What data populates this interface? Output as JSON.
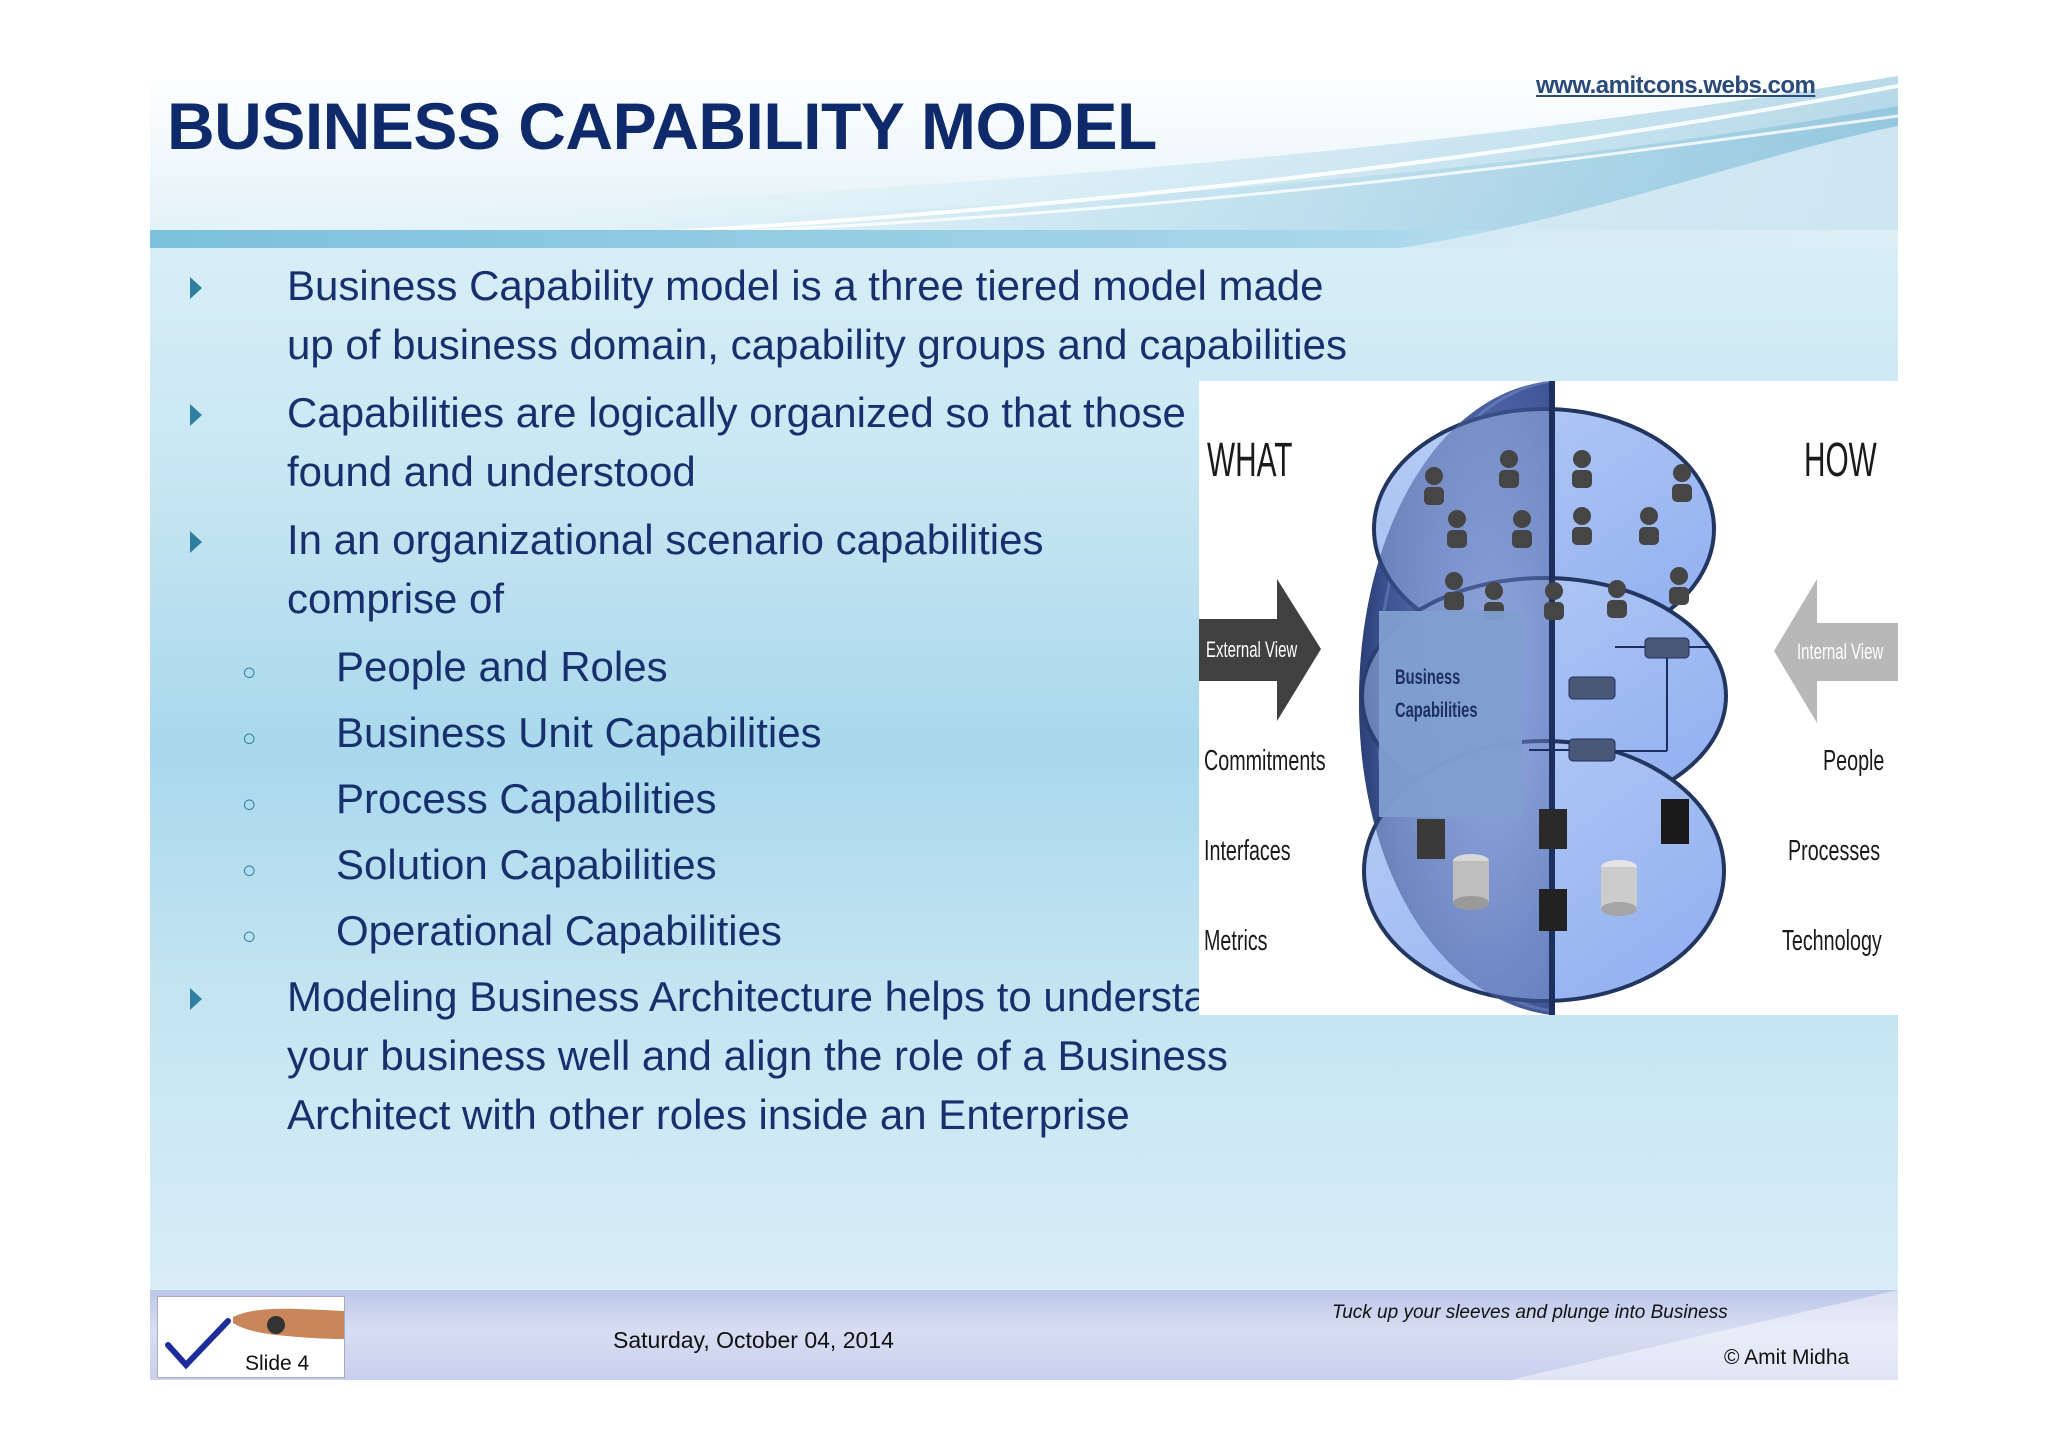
{
  "header": {
    "title": "BUSINESS CAPABILITY MODEL",
    "website": "www.amitcons.webs.com"
  },
  "content": {
    "bullets": [
      "Business Capability model is a three tiered model made up of business domain, capability groups and capabilities",
      "Capabilities are logically organized so that those can be found and understood",
      "In an organizational scenario capabilities comprise of"
    ],
    "sub_bullets": [
      "People and Roles",
      "Business Unit Capabilities",
      "Process Capabilities",
      "Solution Capabilities",
      "Operational Capabilities"
    ],
    "final_bullet": "Modeling Business Architecture helps to understand your business well and align the role of a Business Architect with other roles inside an Enterprise"
  },
  "figure": {
    "what": "WHAT",
    "how": "HOW",
    "external_view": "External View",
    "internal_view": "Internal View",
    "center_line1": "Business",
    "center_line2": "Capabilities",
    "left_items": [
      "Commitments",
      "Interfaces",
      "Metrics"
    ],
    "right_items": [
      "People",
      "Processes",
      "Technology"
    ]
  },
  "footer": {
    "slide_number": "Slide 4",
    "date": "Saturday, October 04, 2014",
    "tagline": "Tuck up your sleeves and plunge into Business",
    "copyright": "© Amit Midha"
  },
  "colors": {
    "title": "#0f2a6b",
    "body_text": "#17306d",
    "bullet_marker": "#2e7fa0"
  }
}
